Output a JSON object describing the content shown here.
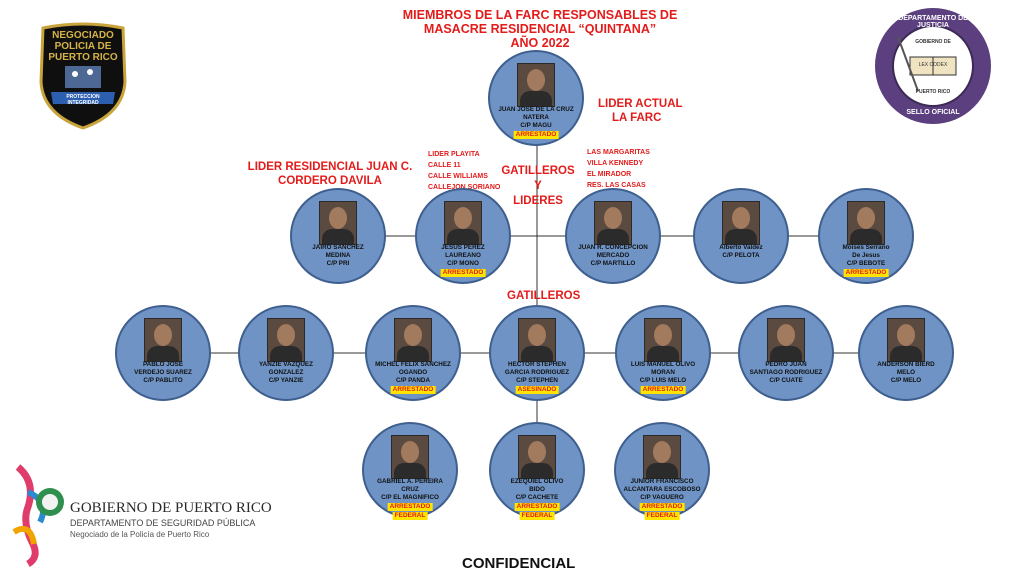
{
  "title": [
    "MIEMBROS DE LA FARC RESPONSABLES DE",
    "MASACRE  RESIDENCIAL “QUINTANA”",
    "AÑO 2022"
  ],
  "police_logo": {
    "line1": "NEGOCIADO",
    "line2": "POLICIA DE",
    "line3": "PUERTO RICO",
    "ribbon": "PROTECCION INTEGRIDAD"
  },
  "justice_seal": {
    "top": "DEPARTAMENTO DE JUSTICIA",
    "bottom": "SELLO OFICIAL",
    "inner": "GOBIERNO DE",
    "inner2": "PUERTO RICO",
    "book": "LEX  CODEX"
  },
  "labels": {
    "lider_actual": [
      "LIDER ACTUAL",
      "LA FARC"
    ],
    "lider_residencial": [
      "LIDER RESIDENCIAL JUAN C.",
      "CORDERO DAVILA"
    ],
    "lider_playita": [
      "LIDER PLAYITA",
      "CALLE 11",
      "CALLE WILLIAMS",
      "CALLEJON SORIANO"
    ],
    "margaritas": [
      "LAS MARGARITAS",
      "VILLA KENNEDY",
      "EL MIRADOR",
      "RES. LAS CASAS"
    ],
    "gatilleros_lideres": [
      "GATILLEROS",
      "Y",
      "LIDERES"
    ],
    "gatilleros": "GATILLEROS"
  },
  "nodes": [
    {
      "id": "magu",
      "lines": [
        "JUAN JOSE DE LA CRUZ",
        "NATERA",
        "C/P MAGU"
      ],
      "badge": [
        "ARRESTADO"
      ]
    },
    {
      "id": "pri",
      "lines": [
        "JAIRO SANCHEZ",
        "MEDINA",
        "C/P PRI"
      ],
      "badge": []
    },
    {
      "id": "mono",
      "lines": [
        "JESUS PEREZ",
        "LAUREANO",
        "C/P MONO"
      ],
      "badge": [
        "ARRESTADO"
      ]
    },
    {
      "id": "martillo",
      "lines": [
        "JUAN R. CONCEPCION",
        "MERCADO",
        "C/P MARTILLO"
      ],
      "badge": []
    },
    {
      "id": "pelota",
      "lines": [
        "Alberto Valdez",
        "C/P PELOTA"
      ],
      "badge": []
    },
    {
      "id": "bebote",
      "lines": [
        "Moises Serrano",
        "De Jesus",
        "C/P BEBOTE"
      ],
      "badge": [
        "ARRESTADO"
      ]
    },
    {
      "id": "pablito",
      "lines": [
        "PABLO JOSE",
        "VERDEJO SUAREZ",
        "C/P PABLITO"
      ],
      "badge": []
    },
    {
      "id": "yanzie",
      "lines": [
        "YANZIE VAZQUEZ",
        "GONZALEZ",
        "C/P YANZIE"
      ],
      "badge": []
    },
    {
      "id": "panda",
      "lines": [
        "MICHEL FELIX SANCHEZ",
        "OGANDO",
        "C/P PANDA"
      ],
      "badge": [
        "ARRESTADO"
      ]
    },
    {
      "id": "stephen",
      "lines": [
        "HECTOR STEPHEN",
        "GARCIA RODRIGUEZ",
        "C/P STEPHEN"
      ],
      "badge": [
        "ASESINADO"
      ]
    },
    {
      "id": "luismelo",
      "lines": [
        "LUIS MANUEL OLIVO",
        "MORAN",
        "C/P LUIS MELO"
      ],
      "badge": [
        "ARRESTADO"
      ]
    },
    {
      "id": "cuate",
      "lines": [
        "PEDRO JUAN",
        "SANTIAGO RODRIGUEZ",
        "C/P CUATE"
      ],
      "badge": []
    },
    {
      "id": "melo",
      "lines": [
        "ANDERSON BIERD",
        "MELO",
        "C/P MELO"
      ],
      "badge": []
    },
    {
      "id": "magnifico",
      "lines": [
        "GABRIEL A. PEREIRA",
        "CRUZ",
        "C/P EL MAGNIFICO"
      ],
      "badge": [
        "ARRESTADO",
        "FEDERAL"
      ]
    },
    {
      "id": "cachete",
      "lines": [
        "EZEQUIEL OLIVO",
        "BIDO",
        "C/P CACHETE"
      ],
      "badge": [
        "ARRESTADO",
        "FEDERAL"
      ]
    },
    {
      "id": "vaguero",
      "lines": [
        "JUNIOR FRANCISCO",
        "ALCANTARA ESCOBOSO",
        "C/P VAGUERO"
      ],
      "badge": [
        "ARRESTADO",
        "FEDERAL"
      ]
    }
  ],
  "gov": {
    "name": "GOBIERNO DE PUERTO RICO",
    "dept": "DEPARTAMENTO DE SEGURIDAD PÚBLICA",
    "bureau": "Negociado de la Policía de Puerto Rico"
  },
  "footer": "CONFIDENCIAL",
  "colors": {
    "node_fill": "#6e93c4",
    "accent_red": "#e41b1b",
    "badge_yellow": "#ffe400"
  }
}
